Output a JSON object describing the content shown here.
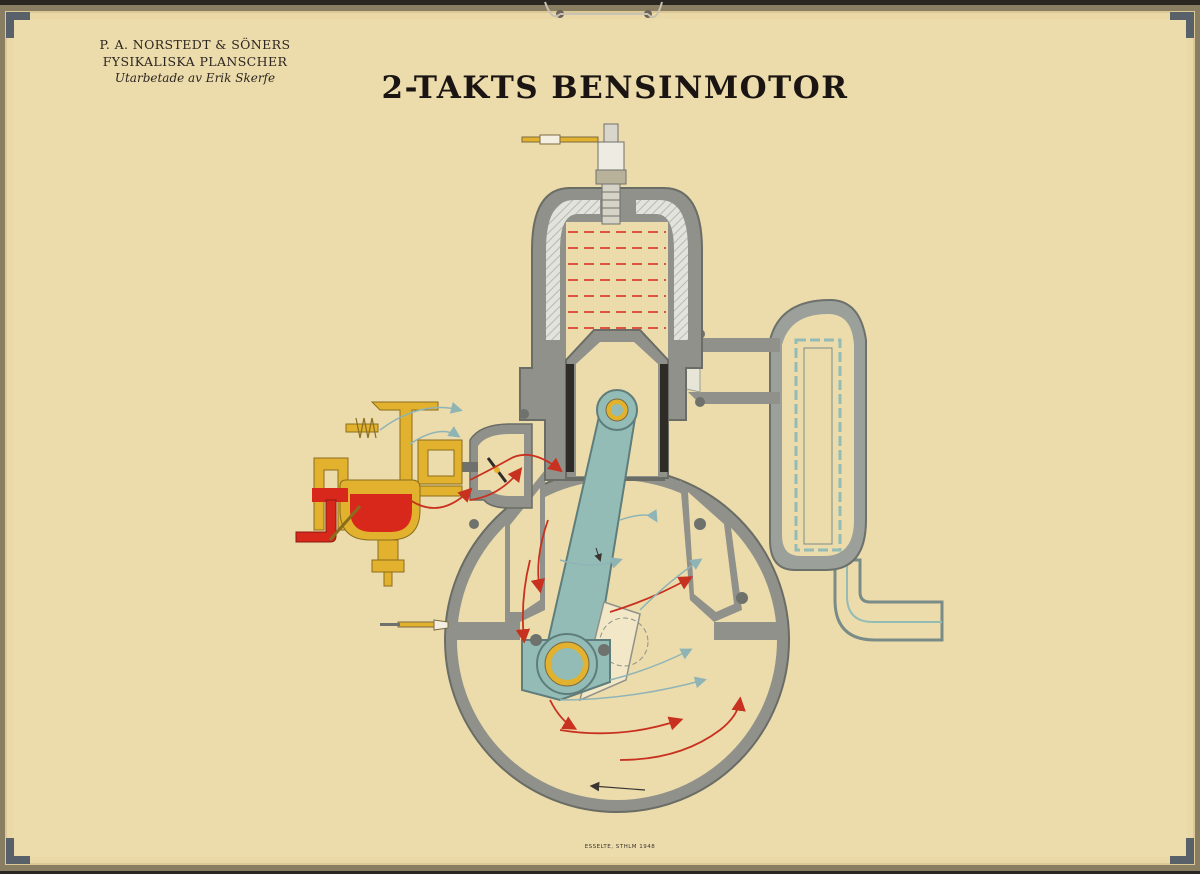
{
  "poster": {
    "publisher_line1": "P. A. NORSTEDT & SÖNERS",
    "publisher_line2": "FYSIKALISKA PLANSCHER",
    "publisher_line3": "Utarbetade av Erik Skerfe",
    "title": "2-TAKTS BENSINMOTOR",
    "imprint": "ESSELTE, STHLM 1948"
  },
  "colors": {
    "paper": "#ecdcac",
    "metal_grey": "#8f918a",
    "steel_blue": "#93bcb6",
    "fuel_red": "#d8281c",
    "brass_yellow": "#e2b22e",
    "flow_red": "#c8311f",
    "flow_blue": "#8fb4b6",
    "corner_metal": "#58606a"
  }
}
